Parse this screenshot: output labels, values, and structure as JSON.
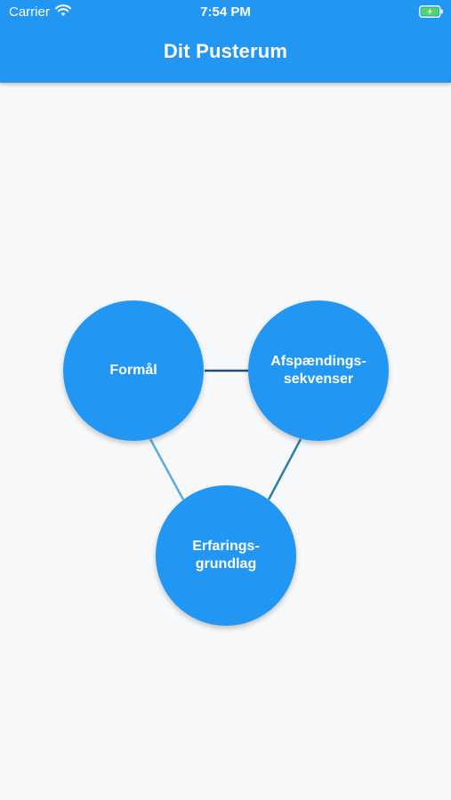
{
  "status_bar": {
    "carrier": "Carrier",
    "time": "7:54 PM"
  },
  "header": {
    "title": "Dit Pusterum"
  },
  "nodes": [
    {
      "id": "formaal",
      "label": "Formål"
    },
    {
      "id": "afspaending",
      "label": "Afspændings-\nsekvenser"
    },
    {
      "id": "erfaring",
      "label": "Erfarings-\ngrundlag"
    }
  ],
  "colors": {
    "primary": "#2196f3",
    "background": "#f7f8fa",
    "edge_formaal_afspaending": "#1f4f7a",
    "edge_formaal_erfaring": "#5aaed8",
    "edge_afspaending_erfaring": "#2a7fa8",
    "battery": "#4cd964"
  },
  "icons": {
    "wifi": "wifi-icon",
    "battery": "battery-charging-icon"
  }
}
